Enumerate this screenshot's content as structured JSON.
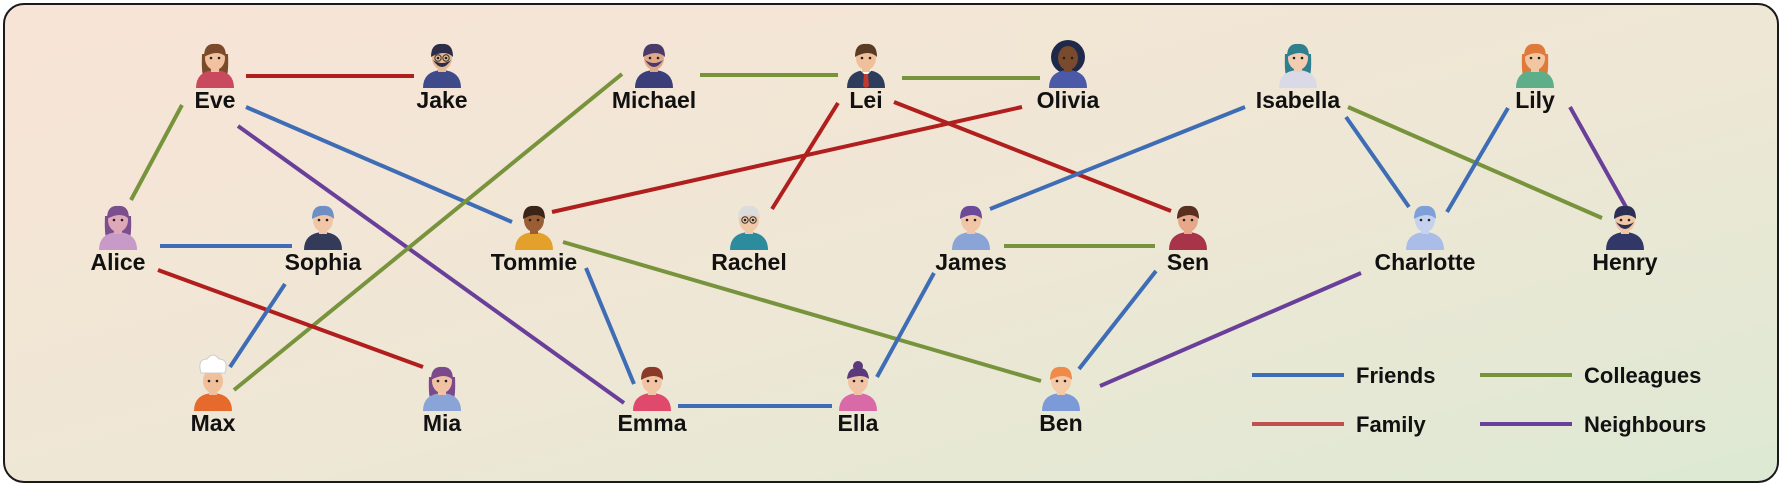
{
  "colors": {
    "Friends": "#3f6db5",
    "Family": "#c0504d",
    "Colleagues": "#77933c",
    "Neighbours": "#6a3f9a",
    "family_edge": "#b01e1e"
  },
  "people": [
    {
      "id": "eve",
      "name": "Eve",
      "avatar": "woman-long-brown-hair"
    },
    {
      "id": "jake",
      "name": "Jake",
      "avatar": "man-beard-glasses"
    },
    {
      "id": "michael",
      "name": "Michael",
      "avatar": "man-beard"
    },
    {
      "id": "lei",
      "name": "Lei",
      "avatar": "man-suit-tie"
    },
    {
      "id": "olivia",
      "name": "Olivia",
      "avatar": "woman-curly-hair"
    },
    {
      "id": "isabella",
      "name": "Isabella",
      "avatar": "woman-teal-hair"
    },
    {
      "id": "lily",
      "name": "Lily",
      "avatar": "woman-orange-hair"
    },
    {
      "id": "alice",
      "name": "Alice",
      "avatar": "woman-purple"
    },
    {
      "id": "sophia",
      "name": "Sophia",
      "avatar": "woman-blue-hair"
    },
    {
      "id": "tommie",
      "name": "Tommie",
      "avatar": "boy-orange-shirt"
    },
    {
      "id": "rachel",
      "name": "Rachel",
      "avatar": "old-man-glasses"
    },
    {
      "id": "james",
      "name": "James",
      "avatar": "man-purple-hair"
    },
    {
      "id": "sen",
      "name": "Sen",
      "avatar": "man-red-shirt"
    },
    {
      "id": "charlotte",
      "name": "Charlotte",
      "avatar": "person-blue"
    },
    {
      "id": "henry",
      "name": "Henry",
      "avatar": "man-mustache"
    },
    {
      "id": "max",
      "name": "Max",
      "avatar": "chef"
    },
    {
      "id": "mia",
      "name": "Mia",
      "avatar": "woman-purple-hair"
    },
    {
      "id": "emma",
      "name": "Emma",
      "avatar": "woman-pink-shirt"
    },
    {
      "id": "ella",
      "name": "Ella",
      "avatar": "woman-pink-bun"
    },
    {
      "id": "ben",
      "name": "Ben",
      "avatar": "boy-ginger"
    }
  ],
  "relations": [
    {
      "from": "eve",
      "to": "jake",
      "type": "Family"
    },
    {
      "from": "eve",
      "to": "alice",
      "type": "Colleagues"
    },
    {
      "from": "eve",
      "to": "tommie",
      "type": "Friends"
    },
    {
      "from": "eve",
      "to": "emma",
      "type": "Neighbours"
    },
    {
      "from": "michael",
      "to": "lei",
      "type": "Colleagues"
    },
    {
      "from": "michael",
      "to": "max",
      "type": "Colleagues"
    },
    {
      "from": "lei",
      "to": "olivia",
      "type": "Colleagues"
    },
    {
      "from": "lei",
      "to": "rachel",
      "type": "Family"
    },
    {
      "from": "lei",
      "to": "sen",
      "type": "Family"
    },
    {
      "from": "olivia",
      "to": "tommie",
      "type": "Family"
    },
    {
      "from": "isabella",
      "to": "james",
      "type": "Friends"
    },
    {
      "from": "isabella",
      "to": "charlotte",
      "type": "Friends"
    },
    {
      "from": "isabella",
      "to": "henry",
      "type": "Colleagues"
    },
    {
      "from": "lily",
      "to": "charlotte",
      "type": "Friends"
    },
    {
      "from": "lily",
      "to": "henry",
      "type": "Neighbours"
    },
    {
      "from": "alice",
      "to": "sophia",
      "type": "Friends"
    },
    {
      "from": "alice",
      "to": "mia",
      "type": "Family"
    },
    {
      "from": "sophia",
      "to": "max",
      "type": "Friends"
    },
    {
      "from": "tommie",
      "to": "emma",
      "type": "Friends"
    },
    {
      "from": "tommie",
      "to": "ben",
      "type": "Colleagues"
    },
    {
      "from": "james",
      "to": "sen",
      "type": "Colleagues"
    },
    {
      "from": "james",
      "to": "ella",
      "type": "Friends"
    },
    {
      "from": "sen",
      "to": "ben",
      "type": "Friends"
    },
    {
      "from": "charlotte",
      "to": "ben",
      "type": "Neighbours"
    },
    {
      "from": "emma",
      "to": "ella",
      "type": "Friends"
    }
  ],
  "legend": [
    {
      "label": "Friends",
      "type": "Friends"
    },
    {
      "label": "Colleagues",
      "type": "Colleagues"
    },
    {
      "label": "Family",
      "type": "Family"
    },
    {
      "label": "Neighbours",
      "type": "Neighbours"
    }
  ]
}
